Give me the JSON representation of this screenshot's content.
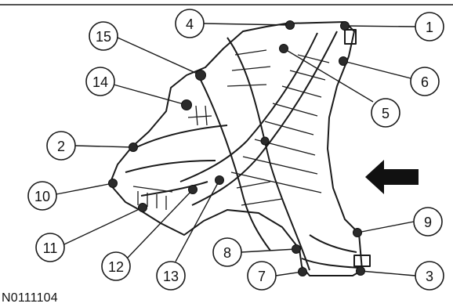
{
  "figure_id": "N0111104",
  "colors": {
    "line": "#1a1a1a",
    "callout_fill": "#ffffff",
    "bolt": "#2b2b2b",
    "arrow": "#111111",
    "shade": "#d9d9d9"
  },
  "callouts": [
    {
      "label": "1",
      "name": "fastener-1"
    },
    {
      "label": "2",
      "name": "fastener-2"
    },
    {
      "label": "3",
      "name": "fastener-3"
    },
    {
      "label": "4",
      "name": "fastener-4"
    },
    {
      "label": "5",
      "name": "fastener-5"
    },
    {
      "label": "6",
      "name": "fastener-6"
    },
    {
      "label": "7",
      "name": "fastener-7"
    },
    {
      "label": "8",
      "name": "fastener-8"
    },
    {
      "label": "9",
      "name": "fastener-9"
    },
    {
      "label": "10",
      "name": "fastener-10"
    },
    {
      "label": "11",
      "name": "fastener-11"
    },
    {
      "label": "12",
      "name": "fastener-12"
    },
    {
      "label": "13",
      "name": "fastener-13"
    },
    {
      "label": "14",
      "name": "fastener-14"
    },
    {
      "label": "15",
      "name": "fastener-15"
    }
  ]
}
